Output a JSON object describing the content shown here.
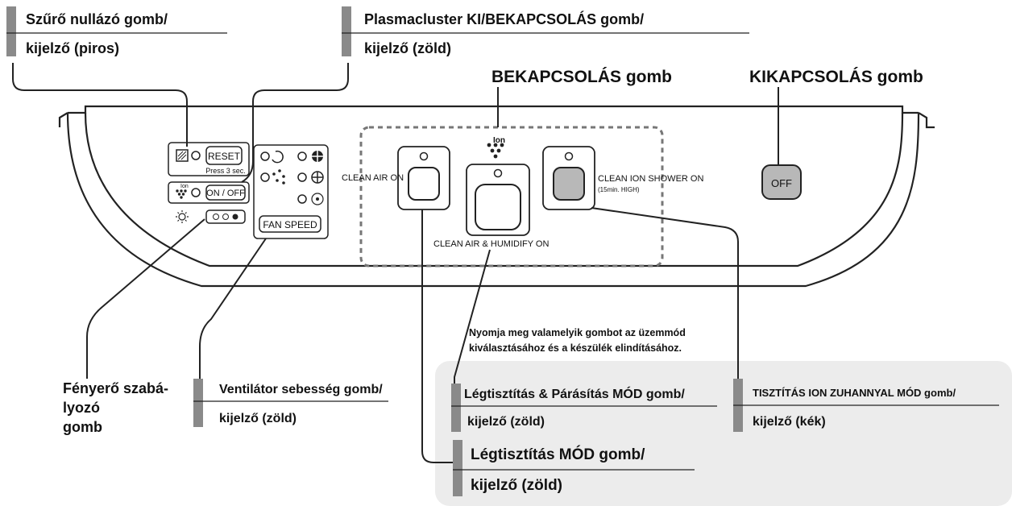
{
  "callouts": {
    "filter_reset": {
      "line1": "Szűrő nullázó gomb/",
      "line2": "kijelző (piros)"
    },
    "plasmacluster": {
      "line1": "Plasmacluster KI/BEKAPCSOLÁS gomb/",
      "line2": "kijelző (zöld)"
    },
    "on_button": "BEKAPCSOLÁS gomb",
    "off_button": "KIKAPCSOLÁS gomb",
    "brightness": {
      "line1": "Fényerő szabá-",
      "line2": "lyozó",
      "line3": "gomb"
    },
    "fan_speed": {
      "line1": "Ventilátor sebesség gomb/",
      "line2": "kijelző (zöld)"
    },
    "humidify_mode": {
      "line1": "Légtisztítás & Párásítás MÓD gomb/",
      "line2": "kijelző (zöld)"
    },
    "ion_shower_mode": {
      "line1": "TISZTÍTÁS ION ZUHANNYAL MÓD gomb/",
      "line2": "kijelző (kék)"
    },
    "clean_air_mode": {
      "line1": "Légtisztítás MÓD gomb/",
      "line2": "kijelző (zöld)"
    },
    "instruction": {
      "line1": "Nyomja meg valamelyik gombot az üzemmód",
      "line2": "kiválasztásához és a készülék elindításához."
    }
  },
  "panel": {
    "reset_label": "RESET",
    "press_hint": "Press 3 sec.",
    "ion_small": "Ion",
    "onoff_label": "ON / OFF",
    "fan_speed_label": "FAN SPEED",
    "clean_air_on": "CLEAN AIR ON",
    "clean_air_humidify_on": "CLEAN AIR &  HUMIDIFY ON",
    "clean_ion_shower_on": "CLEAN ION SHOWER ON",
    "clean_ion_shower_sub": "(15min. HIGH)",
    "ion_label": "Ion",
    "off_label": "OFF"
  },
  "colors": {
    "callout_bar": "#8a8a8a",
    "highlight_bg": "#ececec",
    "button_grey": "#b8b8b8"
  }
}
